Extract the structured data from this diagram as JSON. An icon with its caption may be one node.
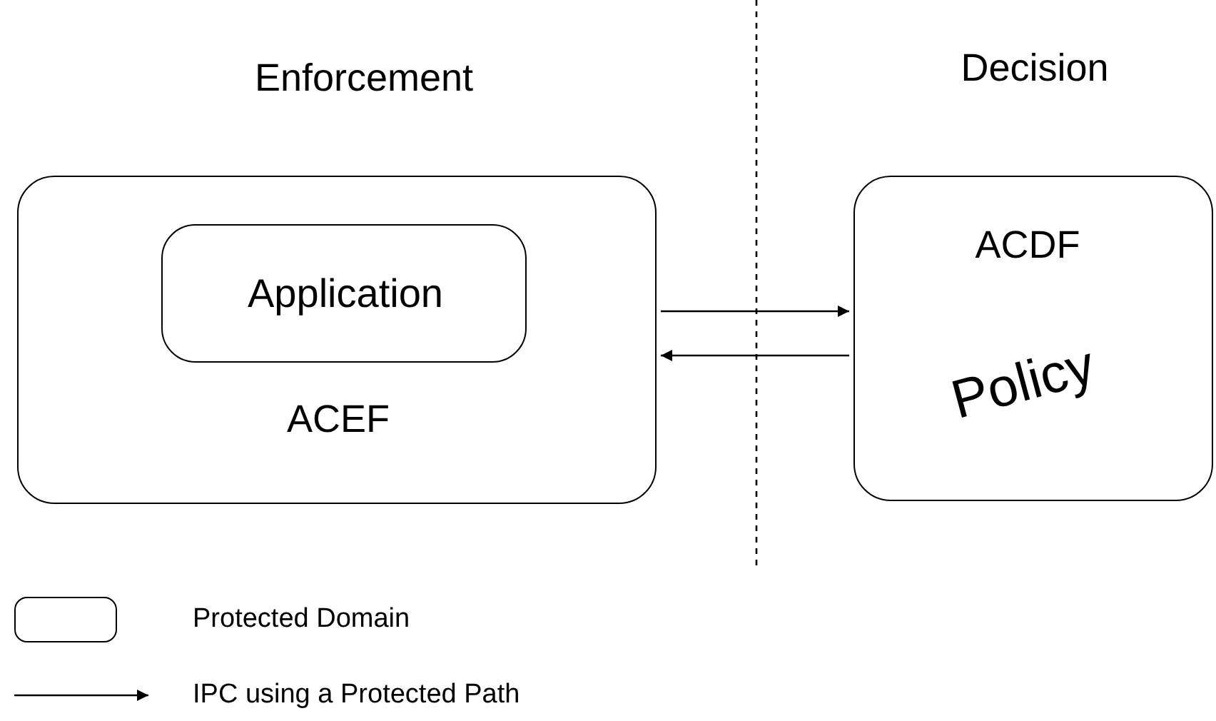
{
  "diagram": {
    "nodes": [
      {
        "text": [
          "ACEF"
        ]
      },
      {
        "text": [
          "Application"
        ],
        "in": 0
      },
      {
        "text": [
          "ACDF",
          "Policy"
        ]
      }
    ],
    "edges": [
      {
        "from": 0,
        "to": 2,
        "arrow": "to"
      },
      {
        "from": 2,
        "to": 0,
        "arrow": "to"
      }
    ],
    "labels": [
      "Enforcement",
      "Decision"
    ],
    "legend": [
      {
        "text": "Protected Domain"
      },
      {
        "text": "IPC using a Protected Path"
      }
    ]
  }
}
